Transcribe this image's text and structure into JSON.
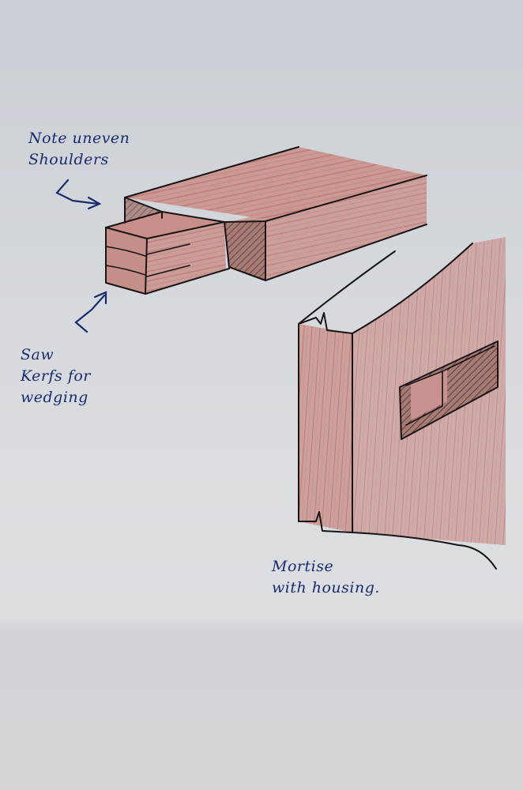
{
  "annotations": {
    "uneven_shoulders": "Note uneven\nShoulders",
    "saw_kerfs": "Saw\nKerfs for\nwedging",
    "mortise": "Mortise\nwith housing."
  },
  "colors": {
    "ink": "#1a1414",
    "annotation_ink": "#1c2a6e",
    "wood_pencil": "#c98a86",
    "paper": "#d6dade"
  }
}
